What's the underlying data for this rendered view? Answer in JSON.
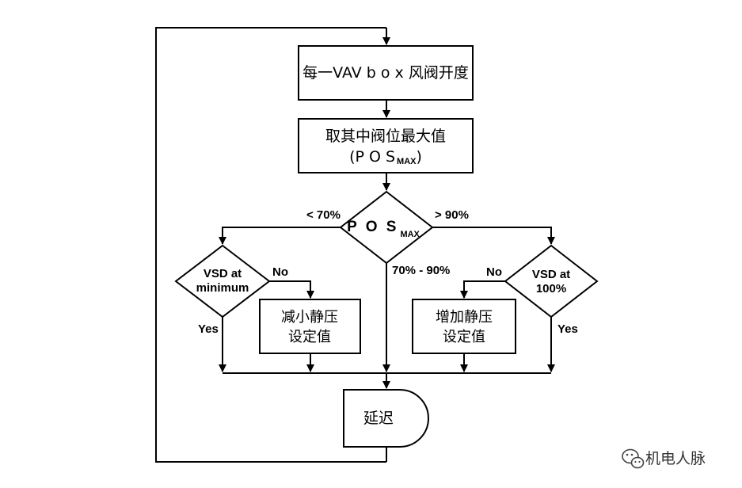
{
  "steps": {
    "read_vav": "每一VAV b o x 风阀开度",
    "take_max_line1": "取其中阀位最大值",
    "take_max_line2_prefix": "(P O S",
    "take_max_line2_sub": "MAX",
    "take_max_line2_suffix": ")",
    "decrease_line1": "减小静压",
    "decrease_line2": "设定值",
    "increase_line1": "增加静压",
    "increase_line2": "设定值",
    "delay": "延迟"
  },
  "decisions": {
    "pos_max_main": "P O S",
    "pos_max_sub": "MAX",
    "vsd_min_line1": "VSD at",
    "vsd_min_line2": "minimum",
    "vsd_max_line1": "VSD at",
    "vsd_max_line2": "100%"
  },
  "branches": {
    "below": "< 70%",
    "above": "> 90%",
    "middle": "70% - 90%",
    "no_left": "No",
    "no_right": "No",
    "yes_left": "Yes",
    "yes_right": "Yes"
  },
  "watermark": {
    "text": "机电人脉",
    "icon": "wechat-icon"
  }
}
